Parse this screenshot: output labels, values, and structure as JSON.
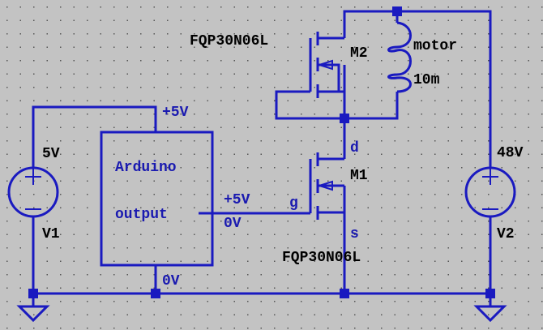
{
  "components": {
    "m2": {
      "name": "M2",
      "model": "FQP30N06L"
    },
    "m1": {
      "name": "M1",
      "model": "FQP30N06L",
      "pins": {
        "drain": "d",
        "gate": "g",
        "source": "s"
      }
    },
    "motor": {
      "name": "motor",
      "value": "10m"
    },
    "v1": {
      "name": "V1",
      "value": "5V"
    },
    "v2": {
      "name": "V2",
      "value": "48V"
    },
    "arduino": {
      "title": "Arduino",
      "pin": "output",
      "supply": "+5V",
      "ground": "0V"
    }
  },
  "nets": {
    "gate_high": "+5V",
    "gate_low": "0V"
  },
  "colors": {
    "wire": "#1a1ac0",
    "background": "#c3c3c3"
  }
}
